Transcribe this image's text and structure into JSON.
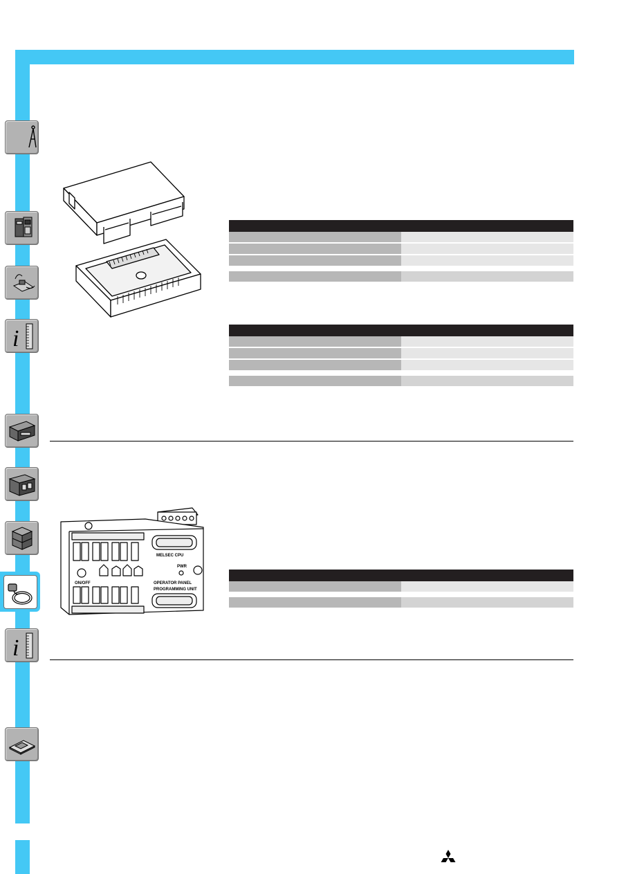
{
  "page": {
    "accent_color": "#44c8f5",
    "header_color": "#231f20",
    "row_key_color": "#b7b7b7",
    "row_value_color": "#e6e6e6"
  },
  "side_tabs": [
    {
      "icon": "compass-icon",
      "active": false
    },
    {
      "icon": "plc-module-icon",
      "active": false
    },
    {
      "icon": "hand-held-programmer-icon",
      "active": false
    },
    {
      "icon": "info-ruler-icon",
      "active": false
    },
    {
      "icon": "compact-plc-icon",
      "active": false
    },
    {
      "icon": "modular-plc-icon",
      "active": false
    },
    {
      "icon": "expansion-block-icon",
      "active": false
    },
    {
      "icon": "cable-adapter-icon",
      "active": true
    },
    {
      "icon": "info-ruler-icon",
      "active": false
    },
    {
      "icon": "floppy-disk-icon",
      "active": false
    }
  ],
  "illustrations": {
    "memory_cassette": {
      "icon": "memory-cassette-illustration"
    },
    "interface_adapter": {
      "icon": "interface-adapter-illustration",
      "labels": {
        "melsec_cpu": "MELSEC CPU",
        "power": "PWR",
        "operator_panel": "OPERATOR PANEL",
        "programming_unit": "PROGRAMMING UNIT",
        "on_off": "ON/OFF"
      }
    }
  },
  "brand": {
    "icon": "three-diamond-logo-icon"
  }
}
